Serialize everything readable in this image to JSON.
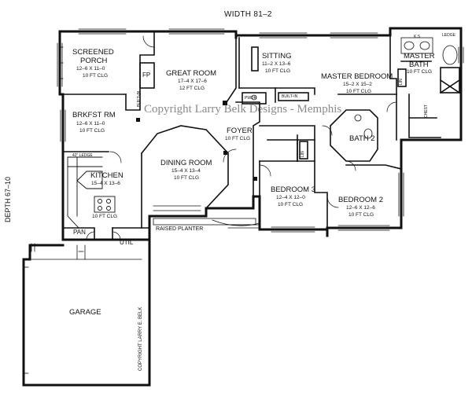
{
  "width_label": "WIDTH 81–2",
  "depth_label": "DEPTH 67–10",
  "watermark": "Copyright Larry Belk Designs - Memphis",
  "garage_copyright": "COPYRIGHT LARRY E. BELK",
  "rooms": {
    "screened_porch": {
      "line1": "SCREENED",
      "line2": "PORCH",
      "dims": "12–6 X 11–0",
      "clg": "10 FT CLG"
    },
    "great_room": {
      "name": "GREAT ROOM",
      "dims": "17–4 X 17–6",
      "clg": "12 FT CLG"
    },
    "sitting": {
      "name": "SITTING",
      "dims": "11–2 X 13–6",
      "clg": "10 FT CLG"
    },
    "master_bedroom": {
      "name": "MASTER BEDROOM",
      "dims": "15–2 X 15–2",
      "clg": "10 FT CLG"
    },
    "master_bath": {
      "line1": "MASTER",
      "line2": "BATH",
      "clg": "10 FT CLG"
    },
    "brkfst_rm": {
      "name": "BRKFST RM",
      "dims": "12–6 X 11–0",
      "clg": "10 FT CLG"
    },
    "foyer": {
      "name": "FOYER",
      "clg": "10 FT CLG"
    },
    "bath2": {
      "name": "BATH 2"
    },
    "dining_room": {
      "name": "DINING ROOM",
      "dims": "15–4 X 13–4",
      "clg": "10 FT CLG"
    },
    "kitchen": {
      "name": "KITCHEN",
      "dims": "15–4 X 13–6",
      "clg": "10 FT CLG"
    },
    "bedroom3": {
      "name": "BEDROOM 3",
      "dims": "12–4 X 12–0",
      "clg": "10 FT CLG"
    },
    "bedroom2": {
      "name": "BEDROOM 2",
      "dims": "12–6 X 12–6",
      "clg": "10 FT CLG"
    },
    "garage": {
      "name": "GARAGE"
    }
  },
  "small_labels": {
    "fp": "FP",
    "pan": "PAN",
    "util": "UTIL",
    "pwdr": "PWDR",
    "ks": "K.S",
    "ledge": "LEDGE",
    "lin": "LIN",
    "built_in": "BUILT-IN",
    "ledge_42": "42\" LEDGE",
    "chest": "CHEST",
    "raised_planter": "RAISED PLANTER"
  }
}
